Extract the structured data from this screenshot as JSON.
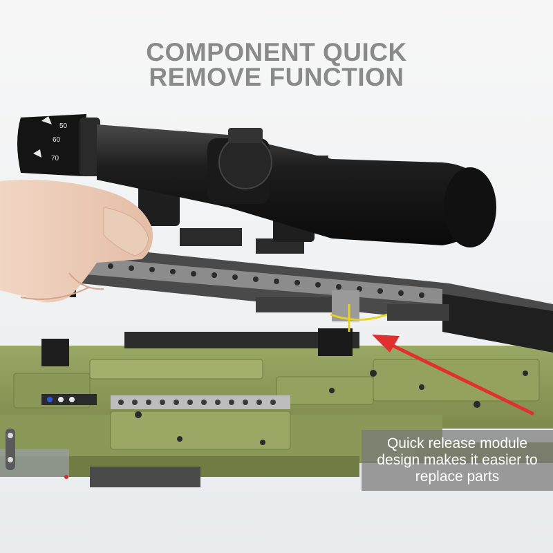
{
  "headline": {
    "line1": "COMPONENT QUICK",
    "line2": "REMOVE FUNCTION"
  },
  "caption": {
    "line1": "Quick release module",
    "line2": "design makes it easier to",
    "line3": "replace parts"
  },
  "scope_dial": {
    "marks": [
      "50",
      "60",
      "70"
    ]
  },
  "colors": {
    "background": "#f4f4f4",
    "headline_text": "#8a8a8a",
    "scope_black": "#151515",
    "stock_green": "#8c9a5a",
    "stock_green_dark": "#6f7c43",
    "dark_bricks": "#3a3a3a",
    "arrow_red": "#e03030",
    "caption_bg": "#787878",
    "caption_text": "#ffffff"
  },
  "icons": [
    "scope-icon",
    "hand-icon",
    "red-arrow-icon"
  ]
}
